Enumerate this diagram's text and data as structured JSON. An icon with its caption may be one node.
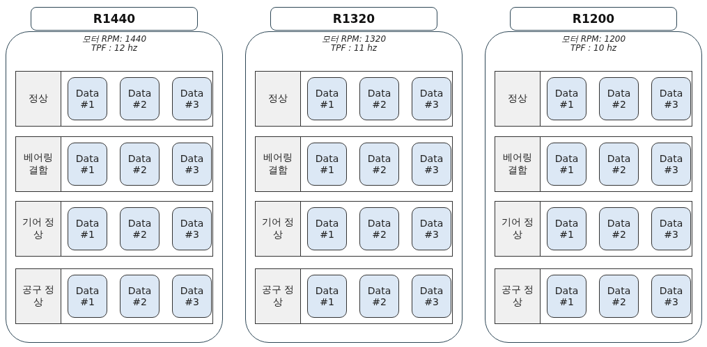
{
  "diagram": {
    "nodes": [
      {
        "text": [
          "R1440",
          "모터 RPM: 1440",
          "TPF : 12 hz"
        ]
      },
      {
        "text": [
          "정상"
        ],
        "in": 0
      },
      {
        "text": [
          "Data #1"
        ],
        "in": 1
      },
      {
        "text": [
          "Data #2"
        ],
        "in": 1
      },
      {
        "text": [
          "Data #3"
        ],
        "in": 1
      },
      {
        "text": [
          "베어링 결함"
        ],
        "in": 0
      },
      {
        "text": [
          "Data #1"
        ],
        "in": 5
      },
      {
        "text": [
          "Data #2"
        ],
        "in": 5
      },
      {
        "text": [
          "Data #3"
        ],
        "in": 5
      },
      {
        "text": [
          "기어 정상"
        ],
        "in": 0
      },
      {
        "text": [
          "Data #1"
        ],
        "in": 9
      },
      {
        "text": [
          "Data #2"
        ],
        "in": 9
      },
      {
        "text": [
          "Data #3"
        ],
        "in": 9
      },
      {
        "text": [
          "공구 정상"
        ],
        "in": 0
      },
      {
        "text": [
          "Data #1"
        ],
        "in": 13
      },
      {
        "text": [
          "Data #2"
        ],
        "in": 13
      },
      {
        "text": [
          "Data #3"
        ],
        "in": 13
      },
      {
        "text": [
          "R1320",
          "모터 RPM: 1320",
          "TPF : 11 hz"
        ]
      },
      {
        "text": [
          "정상"
        ],
        "in": 17
      },
      {
        "text": [
          "Data #1"
        ],
        "in": 18
      },
      {
        "text": [
          "Data #2"
        ],
        "in": 18
      },
      {
        "text": [
          "Data #3"
        ],
        "in": 18
      },
      {
        "text": [
          "베어링 결함"
        ],
        "in": 17
      },
      {
        "text": [
          "Data #1"
        ],
        "in": 22
      },
      {
        "text": [
          "Data #2"
        ],
        "in": 22
      },
      {
        "text": [
          "Data #3"
        ],
        "in": 22
      },
      {
        "text": [
          "기어 정상"
        ],
        "in": 17
      },
      {
        "text": [
          "Data #1"
        ],
        "in": 26
      },
      {
        "text": [
          "Data #2"
        ],
        "in": 26
      },
      {
        "text": [
          "Data #3"
        ],
        "in": 26
      },
      {
        "text": [
          "공구 정상"
        ],
        "in": 17
      },
      {
        "text": [
          "Data #1"
        ],
        "in": 30
      },
      {
        "text": [
          "Data #2"
        ],
        "in": 30
      },
      {
        "text": [
          "Data #3"
        ],
        "in": 30
      },
      {
        "text": [
          "R1200",
          "모터 RPM: 1200",
          "TPF : 10 hz"
        ]
      },
      {
        "text": [
          "정상"
        ],
        "in": 34
      },
      {
        "text": [
          "Data #1"
        ],
        "in": 35
      },
      {
        "text": [
          "Data #2"
        ],
        "in": 35
      },
      {
        "text": [
          "Data #3"
        ],
        "in": 35
      },
      {
        "text": [
          "베어링 결함"
        ],
        "in": 34
      },
      {
        "text": [
          "Data #1"
        ],
        "in": 39
      },
      {
        "text": [
          "Data #2"
        ],
        "in": 39
      },
      {
        "text": [
          "Data #3"
        ],
        "in": 39
      },
      {
        "text": [
          "기어 정상"
        ],
        "in": 34
      },
      {
        "text": [
          "Data #1"
        ],
        "in": 43
      },
      {
        "text": [
          "Data #2"
        ],
        "in": 43
      },
      {
        "text": [
          "Data #3"
        ],
        "in": 43
      },
      {
        "text": [
          "공구 정상"
        ],
        "in": 34
      },
      {
        "text": [
          "Data #1"
        ],
        "in": 47
      },
      {
        "text": [
          "Data #2"
        ],
        "in": 47
      },
      {
        "text": [
          "Data #3"
        ],
        "in": 47
      }
    ]
  }
}
